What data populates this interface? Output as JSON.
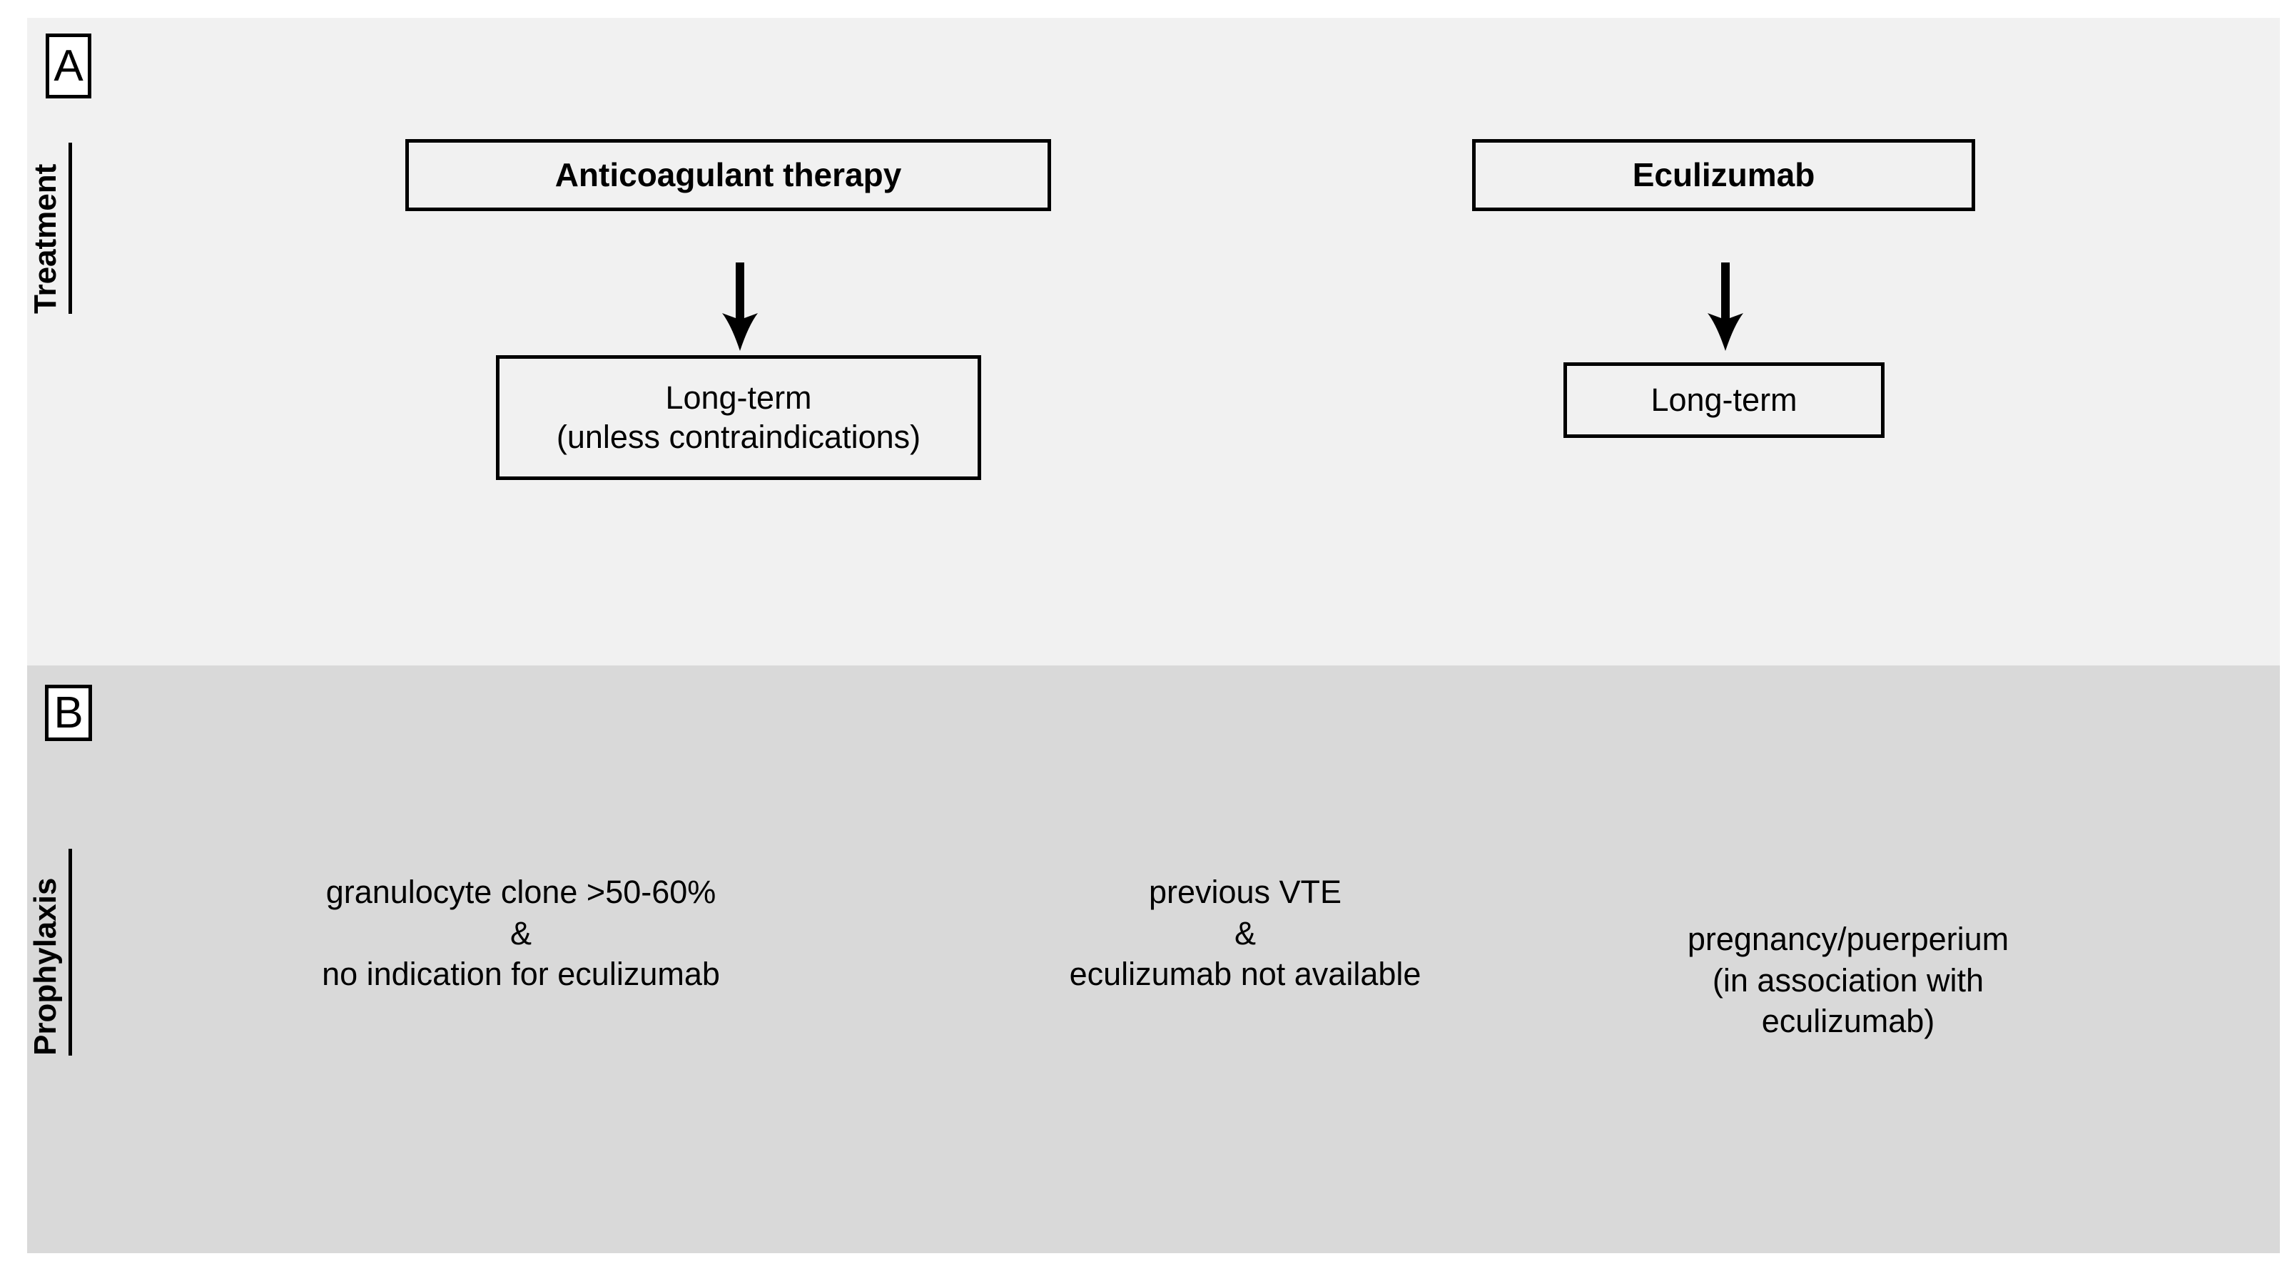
{
  "figure": {
    "background": "#ffffff",
    "panel_a_background": "#f1f1f1",
    "panel_b_background": "#d9d9d9",
    "stroke_color": "#000000"
  },
  "panels": [
    {
      "id": "a",
      "badge_label": "A",
      "side_label": "Treatment",
      "boxes": [
        {
          "name": "anticoagulant-therapy",
          "label": "Anticoagulant therapy",
          "style": "header"
        },
        {
          "name": "eculizumab",
          "label": "Eculizumab",
          "style": "header"
        },
        {
          "name": "long-term-anticoagulant",
          "label": "Long-term\n(unless contraindications)",
          "style": "detail"
        },
        {
          "name": "long-term-eculizumab",
          "label": "Long-term",
          "style": "detail"
        }
      ],
      "arrows": [
        {
          "name": "arrow-anticoagulant-to-longterm",
          "direction": "down"
        },
        {
          "name": "arrow-eculizumab-to-longterm",
          "direction": "down"
        }
      ]
    },
    {
      "id": "b",
      "badge_label": "B",
      "side_label": "Prophylaxis",
      "indications": [
        "granulocyte clone >50-60%\n&\nno indication for eculizumab",
        "previous VTE\n&\neculizumab not available",
        "pregnancy/puerperium\n(in association with\neculizumab)"
      ]
    }
  ]
}
